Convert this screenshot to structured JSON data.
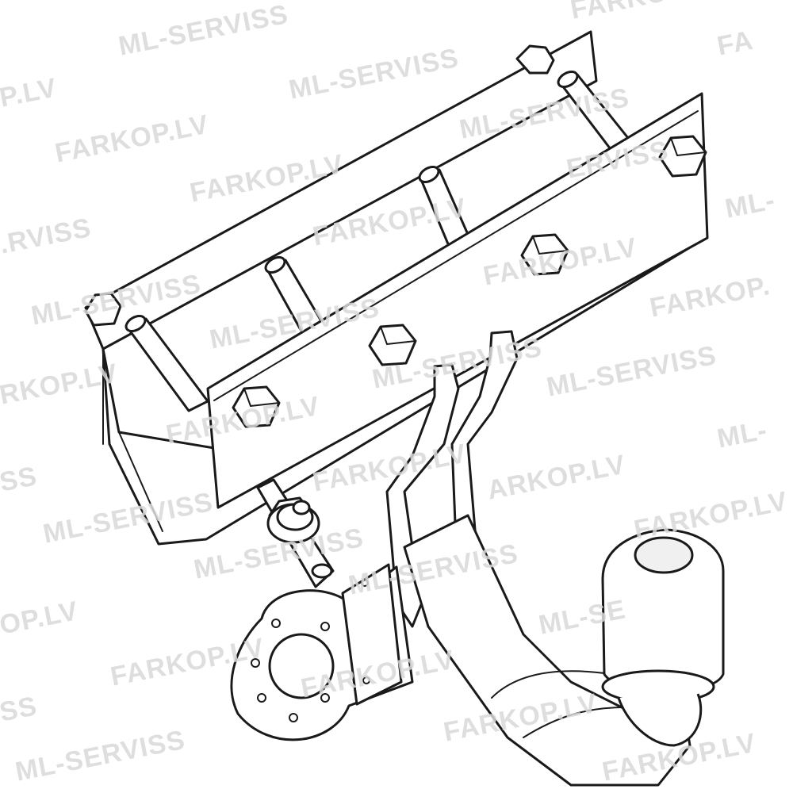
{
  "watermarks": {
    "brand_a": "FARKOP.LV",
    "brand_b": "ML-SERVISS",
    "brand_c": "P.LV",
    "brand_d": ".RVISS",
    "brand_e": "ML-",
    "brand_f": "RKOP.LV",
    "brand_g": "SS",
    "brand_h": "OP.LV",
    "brand_i": "FARKOP.",
    "brand_j": "ERVISS",
    "brand_k": "ML-SE",
    "brand_l": "ARKOP.LV",
    "brand_m": "FA"
  }
}
